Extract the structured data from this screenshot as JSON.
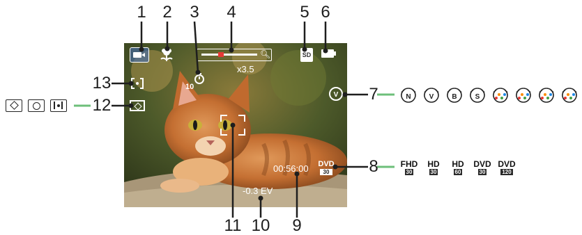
{
  "callout_numbers": [
    "1",
    "2",
    "3",
    "4",
    "5",
    "6",
    "7",
    "8",
    "9",
    "10",
    "11",
    "12",
    "13"
  ],
  "screen": {
    "zoom_text": "x3.5",
    "self_timer_text": "10",
    "record_time": "00:56:00",
    "exposure": "-0.3 EV",
    "movie_badge_top": "DVD",
    "movie_badge_sub": "30",
    "storage_label": "SD",
    "zoom_level": 0.3
  },
  "scene_modes": [
    "N",
    "V",
    "B",
    "S",
    "",
    "",
    "",
    ""
  ],
  "video_modes": [
    {
      "top": "FHD",
      "sub": "30"
    },
    {
      "top": "HD",
      "sub": "30"
    },
    {
      "top": "HD",
      "sub": "60"
    },
    {
      "top": "DVD",
      "sub": "30"
    },
    {
      "top": "DVD",
      "sub": "120"
    }
  ],
  "colors": {
    "lcd_accent": "#ffffff",
    "callout_green": "#6dbf7a",
    "zoom_red": "#e53935"
  }
}
